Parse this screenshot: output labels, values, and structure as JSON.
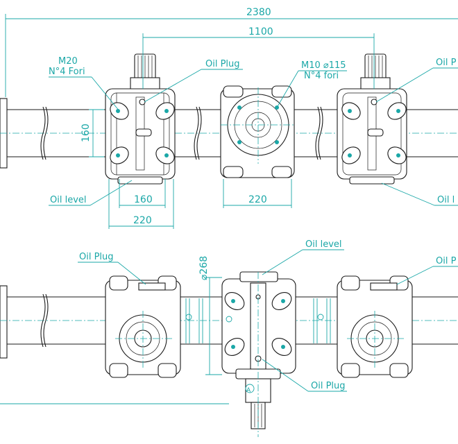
{
  "dimensions": {
    "overall_length": "2380",
    "center_distance": "1100",
    "height_160_left": "160",
    "width_160_left": "160",
    "width_220_left": "220",
    "width_220_center": "220",
    "diameter_268": "⌀268"
  },
  "labels": {
    "m20": "M20",
    "n4_fori_left": "N°4 Fori",
    "m10_d115": "M10 ⌀115",
    "n4_fori_center": "N°4 fori",
    "oil_plug_top_left": "Oil Plug",
    "oil_plug_top_right": "Oil P",
    "oil_level_top_left": "Oil level",
    "oil_level_top_right": "Oil l",
    "oil_plug_bottom_left": "Oil Plug",
    "oil_level_bottom_center": "Oil level",
    "oil_plug_bottom_right": "Oil P",
    "oil_plug_bottom_center": "Oil Plug",
    "section_mark": "A"
  },
  "colors": {
    "line": "#1a1a1a",
    "dimension": "#1aa7a7",
    "background": "#ffffff"
  }
}
